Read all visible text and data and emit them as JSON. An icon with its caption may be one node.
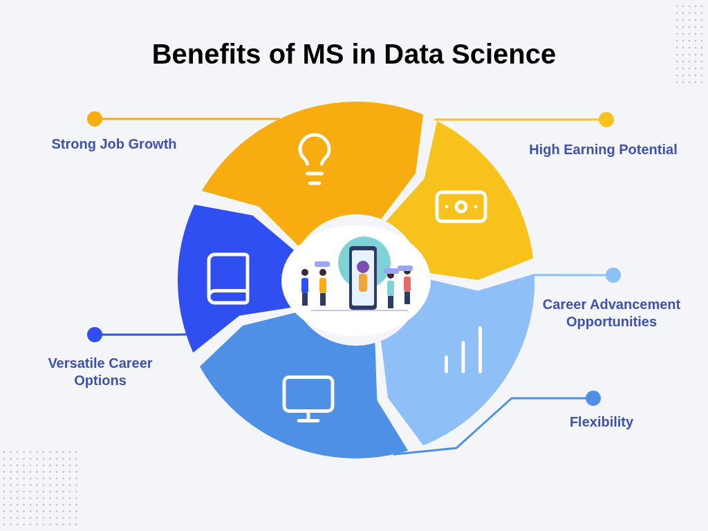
{
  "diagram": {
    "title": "Benefits of MS in Data Science",
    "nodes": [
      {
        "text": [
          "Strong Job Growth"
        ]
      },
      {
        "text": [
          "High Earning Potential"
        ]
      },
      {
        "text": [
          "Career Advancement Opportunities"
        ]
      },
      {
        "text": [
          "Flexibility"
        ]
      },
      {
        "text": [
          "Versatile Career Options"
        ]
      },
      {
        "text": [],
        "shape": "arc"
      },
      {
        "text": [],
        "shape": "arc"
      },
      {
        "text": [],
        "shape": "arc"
      },
      {
        "text": [],
        "shape": "arc"
      },
      {
        "text": [],
        "shape": "arc"
      }
    ],
    "edges": [
      {
        "from": 0,
        "to": 5,
        "arrow": "other",
        "color": "#f7ad0f"
      },
      {
        "from": 1,
        "to": 6,
        "arrow": "other",
        "color": "#f7c21b"
      },
      {
        "from": 2,
        "to": 7,
        "arrow": "other",
        "color": "#8fbff7"
      },
      {
        "from": 3,
        "to": 8,
        "arrow": "other",
        "color": "#4d90e6"
      },
      {
        "from": 4,
        "to": 9,
        "arrow": "other",
        "color": "#2f4ff0"
      }
    ]
  }
}
